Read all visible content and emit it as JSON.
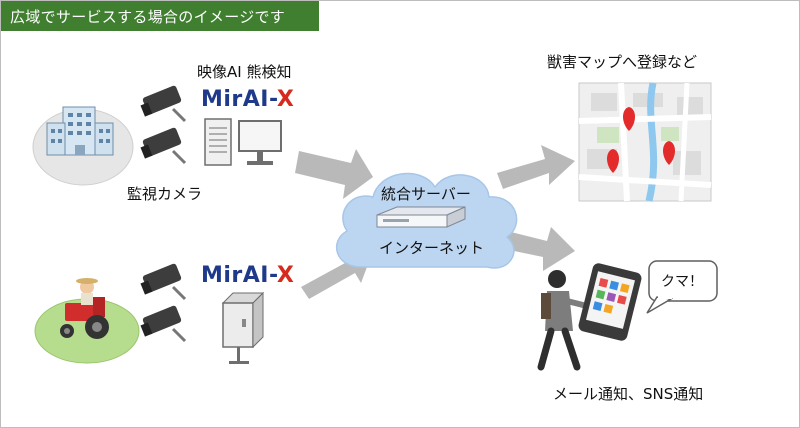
{
  "title": "広域でサービスする場合のイメージです",
  "labels": {
    "ai_detection": "映像AI 熊検知",
    "camera": "監視カメラ",
    "server": "統合サーバー",
    "internet": "インターネット",
    "map_note": "獣害マップへ登録など",
    "notify": "メール通知、SNS通知",
    "bubble": "クマ！"
  },
  "brand": {
    "main": "MirAI-",
    "accent": "X"
  },
  "colors": {
    "title_bg": "#3f7f2f",
    "brand_blue": "#1f3a8a",
    "brand_red": "#d62a1e",
    "cloud": "#bcd6f2",
    "arrow": "#b9b9b9",
    "pin": "#e32b2b"
  },
  "icons": [
    "camera-icon",
    "building-icon",
    "tractor-icon",
    "server-tower-icon",
    "monitor-icon",
    "edge-box-icon",
    "cloud-icon",
    "server-rack-icon",
    "map-icon",
    "map-pin-icon",
    "person-icon",
    "smartphone-icon",
    "speech-bubble-icon"
  ]
}
